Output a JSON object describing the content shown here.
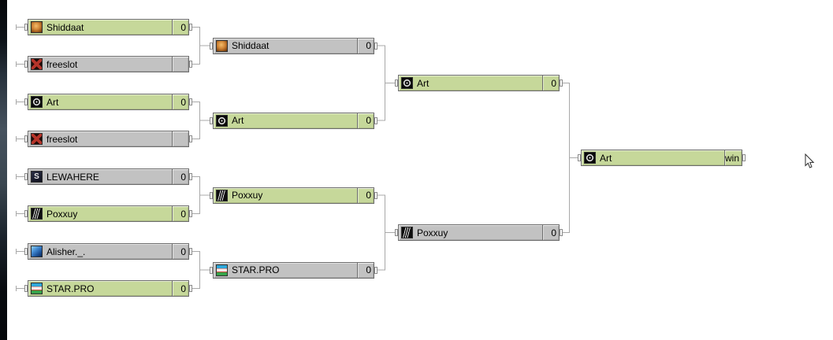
{
  "colors": {
    "winner_bg": "#c6d89a",
    "loser_bg": "#c2c2c2",
    "slot_border": "#6e6e6e",
    "wire": "#a8a8a8",
    "page_bg": "#ffffff"
  },
  "icons": {
    "shiddaat-icon": "orange portrait avatar",
    "freeslot-icon": "dark square with red X",
    "art-icon": "black wheel emblem",
    "lewahere-icon": "dark emblem with white S",
    "poxxuy-icon": "black square with white claw slashes",
    "alisher-icon": "blue avatar",
    "starpro-icon": "blue-white-green flag stripes"
  },
  "bracket": {
    "r1": [
      {
        "name": "Shiddaat",
        "score": "0",
        "state": "winner",
        "icon": "shiddaat-icon"
      },
      {
        "name": "freeslot",
        "score": "",
        "state": "loser",
        "icon": "freeslot-icon"
      },
      {
        "name": "Art",
        "score": "0",
        "state": "winner",
        "icon": "art-icon"
      },
      {
        "name": "freeslot",
        "score": "",
        "state": "loser",
        "icon": "freeslot-icon"
      },
      {
        "name": "LEWAHERE",
        "score": "0",
        "state": "loser",
        "icon": "lewahere-icon"
      },
      {
        "name": "Poxxuy",
        "score": "0",
        "state": "winner",
        "icon": "poxxuy-icon"
      },
      {
        "name": "Alisher._.",
        "score": "0",
        "state": "loser",
        "icon": "alisher-icon"
      },
      {
        "name": "STAR.PRO",
        "score": "0",
        "state": "winner",
        "icon": "starpro-icon"
      }
    ],
    "r2": [
      {
        "name": "Shiddaat",
        "score": "0",
        "state": "loser",
        "icon": "shiddaat-icon"
      },
      {
        "name": "Art",
        "score": "0",
        "state": "winner",
        "icon": "art-icon"
      },
      {
        "name": "Poxxuy",
        "score": "0",
        "state": "winner",
        "icon": "poxxuy-icon"
      },
      {
        "name": "STAR.PRO",
        "score": "0",
        "state": "loser",
        "icon": "starpro-icon"
      }
    ],
    "r3": [
      {
        "name": "Art",
        "score": "0",
        "state": "winner",
        "icon": "art-icon"
      },
      {
        "name": "Poxxuy",
        "score": "0",
        "state": "loser",
        "icon": "poxxuy-icon"
      }
    ],
    "final": [
      {
        "name": "Art",
        "score": "win",
        "state": "winner",
        "icon": "art-icon"
      }
    ]
  }
}
